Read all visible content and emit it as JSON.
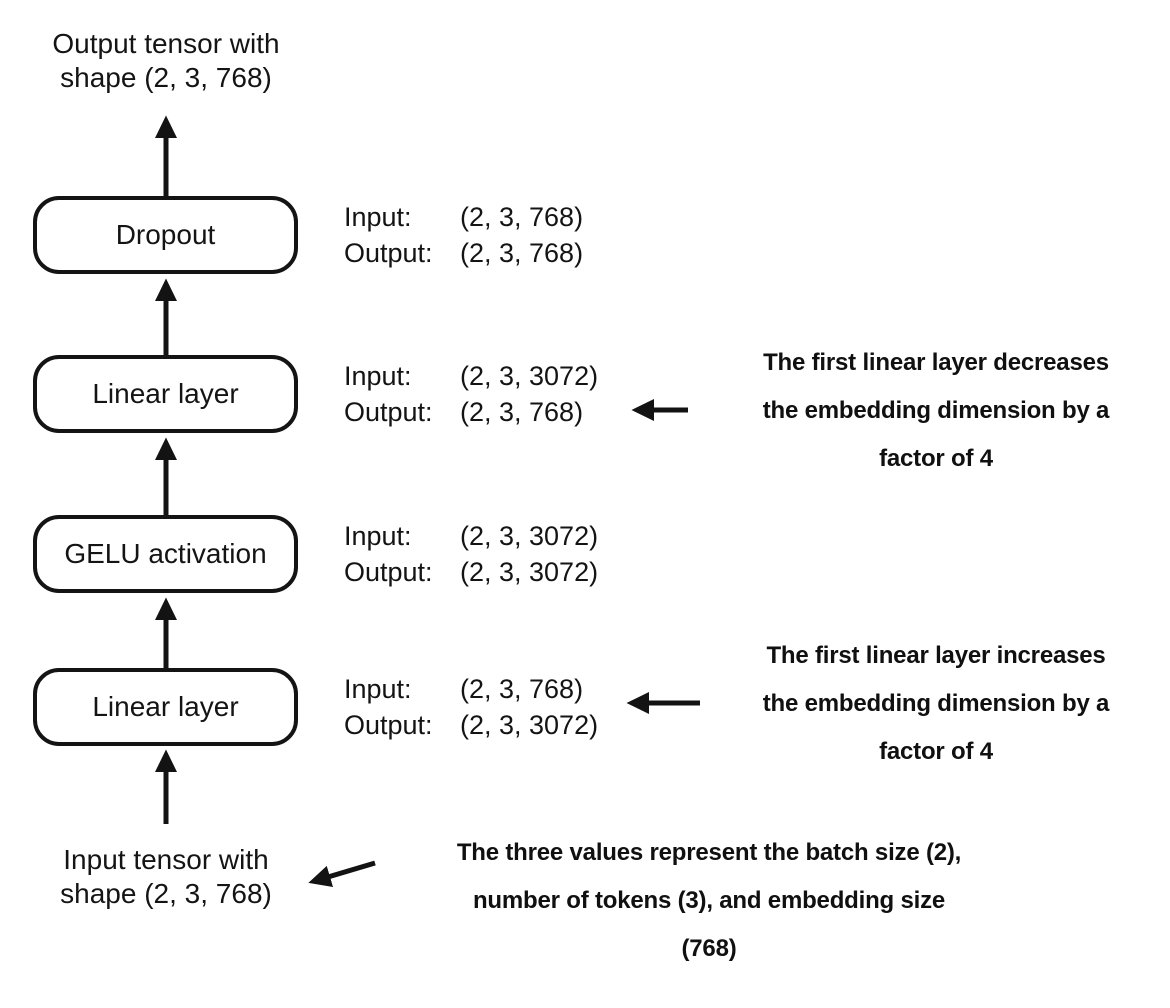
{
  "diagram": {
    "output_label": "Output tensor with\nshape (2, 3, 768)",
    "input_label": "Input tensor with\nshape (2, 3, 768)",
    "io_input_key": "Input:",
    "io_output_key": "Output:",
    "layers": [
      {
        "label": "Dropout",
        "input": "(2, 3, 768)",
        "output": "(2, 3, 768)"
      },
      {
        "label": "Linear layer",
        "input": "(2, 3, 3072)",
        "output": "(2, 3, 768)"
      },
      {
        "label": "GELU activation",
        "input": "(2, 3, 3072)",
        "output": "(2, 3, 3072)"
      },
      {
        "label": "Linear layer",
        "input": "(2, 3, 768)",
        "output": "(2, 3, 3072)"
      }
    ],
    "annotations": [
      {
        "text": "The first linear layer decreases\nthe embedding dimension by a\nfactor of 4"
      },
      {
        "text": "The first linear layer increases\nthe embedding dimension by a\nfactor of 4"
      },
      {
        "text": "The three values represent the batch size (2),\nnumber of tokens (3), and embedding size\n(768)"
      }
    ],
    "colors": {
      "ink": "#131313",
      "background": "#ffffff"
    }
  }
}
